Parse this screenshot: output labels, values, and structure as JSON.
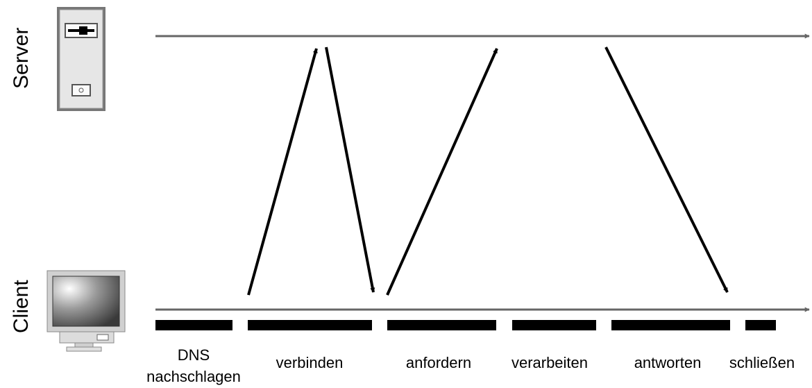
{
  "labels": {
    "server": "Server",
    "client": "Client"
  },
  "phases": {
    "dns_line1": "DNS",
    "dns_line2": "nachschlagen",
    "verbinden": "verbinden",
    "anfordern": "anfordern",
    "verarbeiten": "verarbeiten",
    "antworten": "antworten",
    "schliessen": "schließen"
  },
  "colors": {
    "timeline": "#666666",
    "arrow": "#000000",
    "phase_bar": "#000000"
  },
  "icons": {
    "server": "server-tower-icon",
    "client": "desktop-monitor-icon"
  }
}
